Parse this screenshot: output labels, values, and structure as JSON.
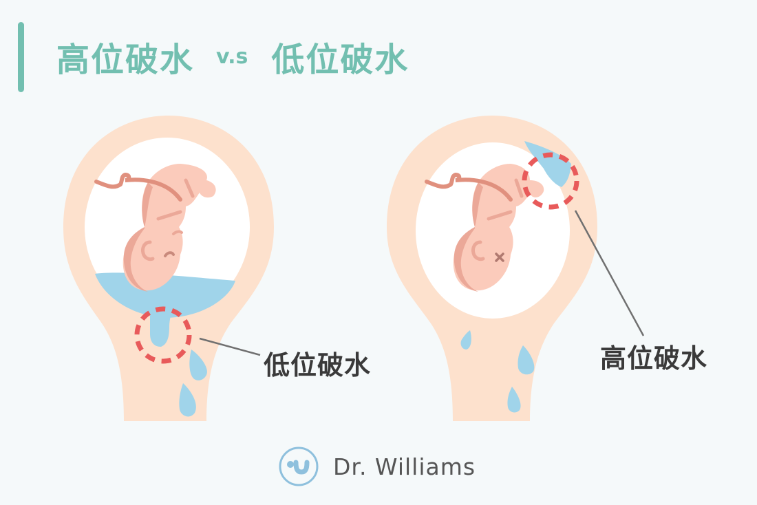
{
  "header": {
    "title_left": "高位破水",
    "title_vs": "v.s",
    "title_right": "低位破水",
    "accent_color": "#72bfb0"
  },
  "illustrations": [
    {
      "id": "low-rupture",
      "label": "低位破水",
      "description": "Fetus head-down in uterus, amniotic fluid pooled at bottom, rupture at cervix circled, fluid drops leaking"
    },
    {
      "id": "high-rupture",
      "label": "高位破水",
      "description": "Fetus head-down in uterus, rupture at upper uterine wall circled, fluid drops leaking below"
    }
  ],
  "colors": {
    "uterus": "#fde1cd",
    "cavity": "#ffffff",
    "fluid": "#a0d4ea",
    "fetus": "#fbcbbb",
    "fetus_shade": "#eba898",
    "cord": "#e0907e",
    "marker": "#e85a5a",
    "leader_line": "#707070",
    "label_text": "#3a3a3a"
  },
  "brand": {
    "name": "Dr. Williams",
    "logo": "dr-williams-logo-icon"
  }
}
